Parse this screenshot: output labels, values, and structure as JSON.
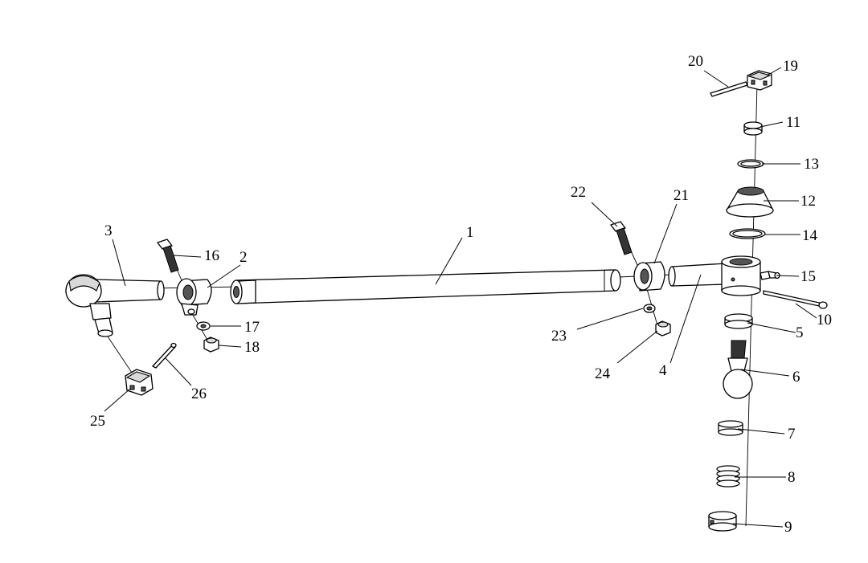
{
  "labels": {
    "p1": "1",
    "p2": "2",
    "p3": "3",
    "p4": "4",
    "p5": "5",
    "p6": "6",
    "p7": "7",
    "p8": "8",
    "p9": "9",
    "p10": "10",
    "p11": "11",
    "p12": "12",
    "p13": "13",
    "p14": "14",
    "p15": "15",
    "p16": "16",
    "p17": "17",
    "p18": "18",
    "p19": "19",
    "p20": "20",
    "p21": "21",
    "p22": "22",
    "p23": "23",
    "p24": "24",
    "p25": "25",
    "p26": "26"
  },
  "colors": {
    "line": "#000000",
    "background": "#ffffff",
    "shade": "#d9d9d9"
  }
}
